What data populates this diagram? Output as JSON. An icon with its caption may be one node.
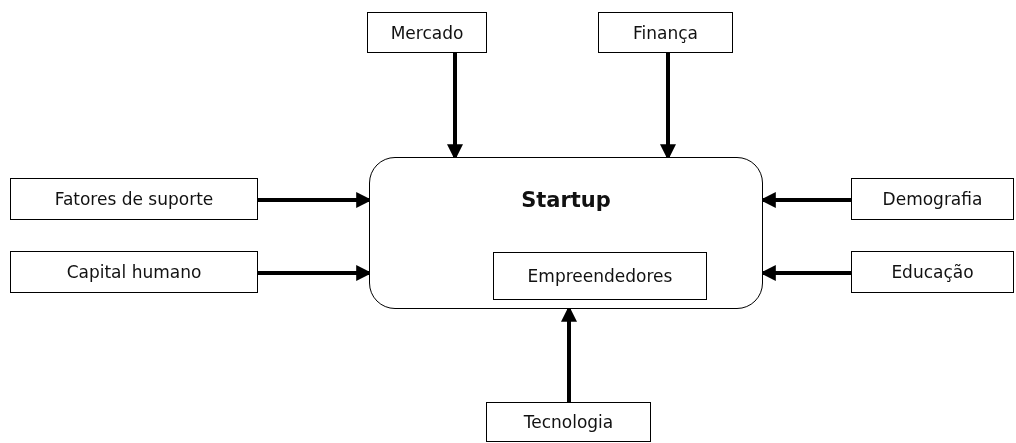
{
  "diagram": {
    "nodes": [
      {
        "text": [
          "Mercado"
        ]
      },
      {
        "text": [
          "Finança"
        ]
      },
      {
        "text": [
          "Fatores de suporte"
        ]
      },
      {
        "text": [
          "Startup"
        ]
      },
      {
        "text": [
          "Empreendedores"
        ],
        "in": 3
      },
      {
        "text": [
          "Demografia"
        ]
      },
      {
        "text": [
          "Capital humano"
        ]
      },
      {
        "text": [
          "Educação"
        ]
      },
      {
        "text": [
          "Tecnologia"
        ]
      }
    ],
    "edges": [
      {
        "from": 0,
        "to": 3,
        "arrow": "to"
      },
      {
        "from": 1,
        "to": 3,
        "arrow": "to"
      },
      {
        "from": 2,
        "to": 3,
        "arrow": "to"
      },
      {
        "from": 6,
        "to": 3,
        "arrow": "to"
      },
      {
        "from": 5,
        "to": 3,
        "arrow": "to"
      },
      {
        "from": 7,
        "to": 3,
        "arrow": "to"
      },
      {
        "from": 8,
        "to": 3,
        "arrow": "to"
      }
    ]
  }
}
